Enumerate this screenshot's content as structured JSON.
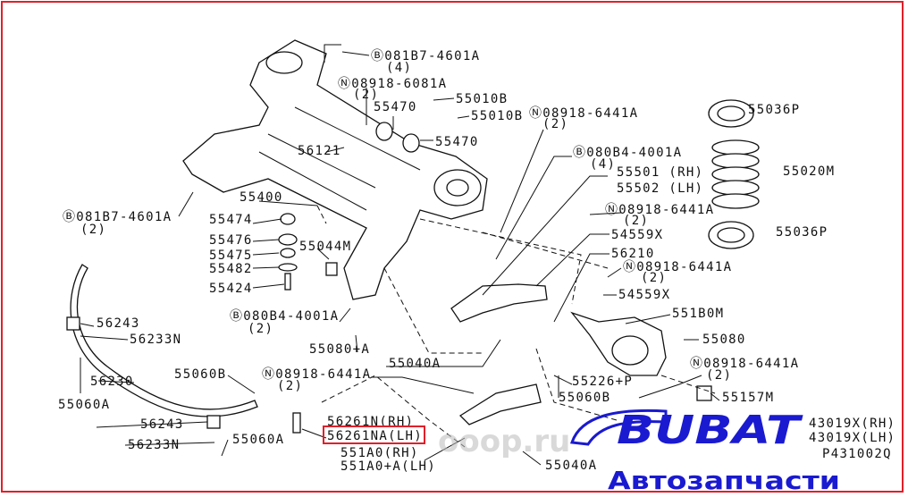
{
  "diagram_id": "P431002Q",
  "highlighted_part": "56261NA(LH)",
  "labels": {
    "bolt_081b7_top": "Ⓑ081B7-4601A",
    "bolt_081b7_top_qty": "(4)",
    "nut_6081a": "Ⓝ08918-6081A",
    "nut_6081a_qty": "(2)",
    "p55010b_1": "55010B",
    "p55010b_2": "55010B",
    "p55470_1": "55470",
    "p55470_2": "55470",
    "nut_6441a_1": "Ⓝ08918-6441A",
    "nut_6441a_1_qty": "(2)",
    "p56121": "56121",
    "bolt_080b4_1": "Ⓑ080B4-4001A",
    "bolt_080b4_1_qty": "(4)",
    "p55501": "55501 (RH)",
    "p55502": "55502 (LH)",
    "p55400": "55400",
    "bolt_081b7_left": "Ⓑ081B7-4601A",
    "bolt_081b7_left_qty": "(2)",
    "p55474": "55474",
    "p55476": "55476",
    "p55475": "55475",
    "p55482": "55482",
    "p55424": "55424",
    "p55044m": "55044M",
    "nut_6441a_2": "Ⓝ08918-6441A",
    "nut_6441a_2_qty": "(2)",
    "p54559x_1": "54559X",
    "p56210": "56210",
    "nut_6441a_3": "Ⓝ08918-6441A",
    "nut_6441a_3_qty": "(2)",
    "p54559x_2": "54559X",
    "bolt_080b4_2": "Ⓑ080B4-4001A",
    "bolt_080b4_2_qty": "(2)",
    "p551b0m": "551B0M",
    "p56243_1": "56243",
    "p56233n_1": "56233N",
    "p55080": "55080",
    "p55080a": "55080+A",
    "p55040a_1": "55040A",
    "p55060b_1": "55060B",
    "nut_6441a_4": "Ⓝ08918-6441A",
    "nut_6441a_4_qty": "(2)",
    "nut_6441a_5": "Ⓝ08918-6441A",
    "nut_6441a_5_qty": "(2)",
    "p56230": "56230",
    "p55226p": "55226+P",
    "p55060b_2": "55060B",
    "p55157m": "55157M",
    "p55060a_1": "55060A",
    "p56243_2": "56243",
    "p56261n": "56261N(RH)",
    "p56261na": "56261NA(LH)",
    "p55060a_2": "55060A",
    "p56233n_2": "56233N",
    "p551a0": "551A0(RH)",
    "p551a0a": "551A0+A(LH)",
    "p55040a_2": "55040A",
    "p43019x_rh": "43019X(RH)",
    "p43019x_lh": "43019X(LH)",
    "p55036p_1": "55036P",
    "p55020m": "55020M",
    "p55036p_2": "55036P",
    "ref": "P431002Q"
  },
  "logo": {
    "brand": "BUBAT",
    "subtitle": "Автозапчасти"
  },
  "watermark": "ооор.ru",
  "colors": {
    "highlight": "#e0202a",
    "logo": "#1a1ad0"
  }
}
